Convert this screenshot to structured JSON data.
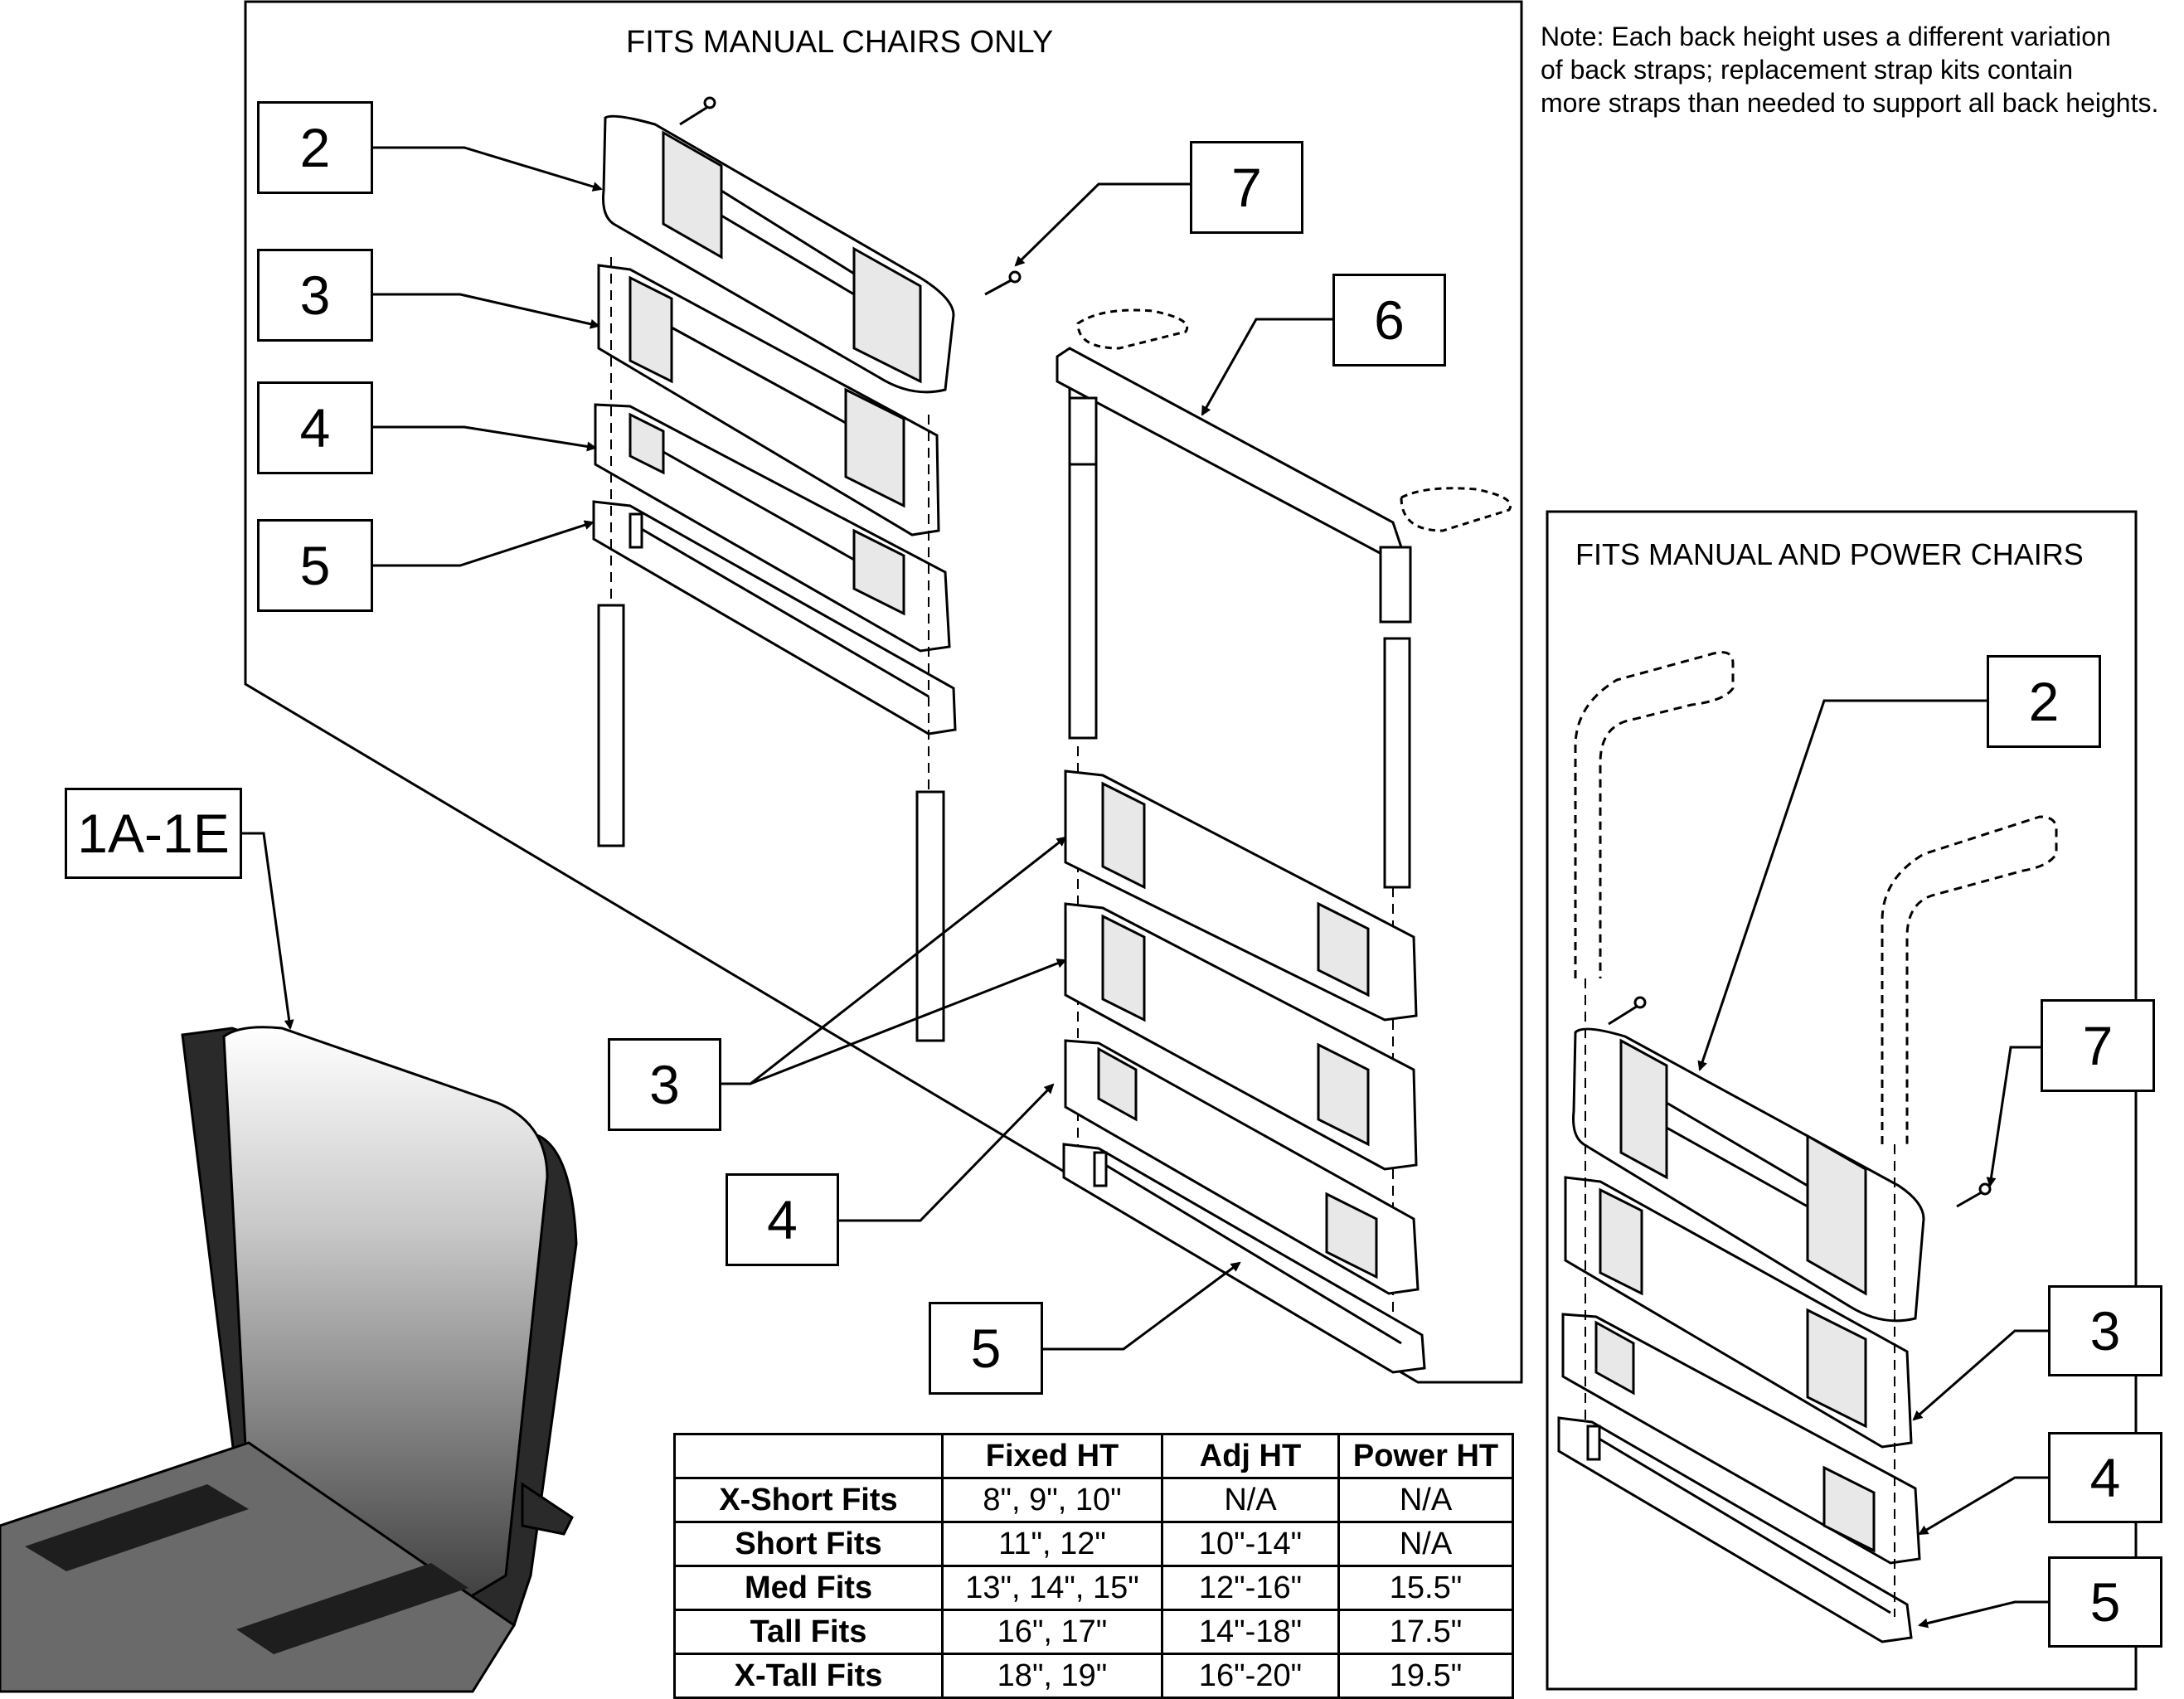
{
  "panels": {
    "manual_only_title": "FITS MANUAL CHAIRS ONLY",
    "manual_power_title": "FITS MANUAL AND POWER CHAIRS"
  },
  "note": {
    "lines": [
      "Note: Each back height uses a different variation",
      "of back straps; replacement strap kits contain",
      "more straps than needed to support all back heights."
    ]
  },
  "callouts": {
    "upholstery": "1A-1E",
    "left_2": "2",
    "left_3": "3",
    "left_4": "4",
    "left_5": "5",
    "left_7": "7",
    "left_6": "6",
    "mid_3": "3",
    "mid_4": "4",
    "mid_5": "5",
    "right_2": "2",
    "right_7": "7",
    "right_3": "3",
    "right_4": "4",
    "right_5": "5"
  },
  "fit_table": {
    "headers": [
      "",
      "Fixed HT",
      "Adj HT",
      "Power HT"
    ],
    "rows": [
      [
        "X-Short Fits",
        "8\", 9\", 10\"",
        "N/A",
        "N/A"
      ],
      [
        "Short Fits",
        "11\", 12\"",
        "10\"-14\"",
        "N/A"
      ],
      [
        "Med Fits",
        "13\", 14\", 15\"",
        "12\"-16\"",
        "15.5\""
      ],
      [
        "Tall Fits",
        "16\", 17\"",
        "14\"-18\"",
        "17.5\""
      ],
      [
        "X-Tall Fits",
        "18\", 19\"",
        "16\"-20\"",
        "19.5\""
      ]
    ]
  }
}
